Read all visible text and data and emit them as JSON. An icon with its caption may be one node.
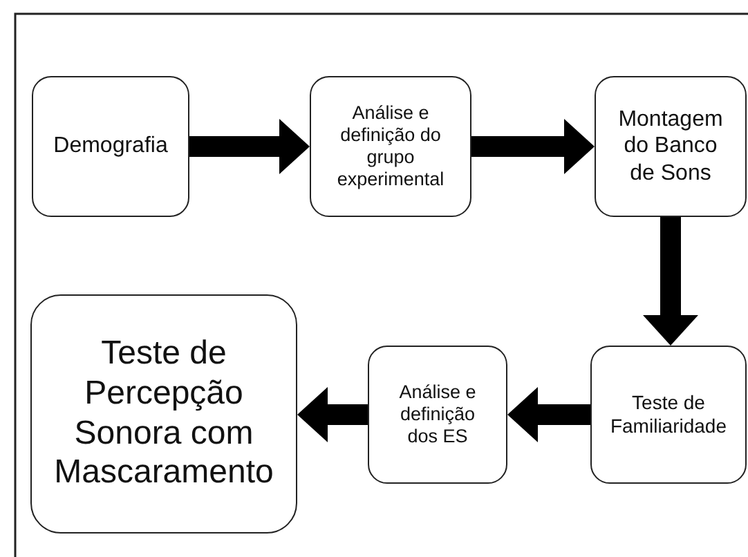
{
  "diagram": {
    "nodes": [
      {
        "text": [
          "Demografia"
        ]
      },
      {
        "text": [
          "Análise e definição do grupo experimental"
        ]
      },
      {
        "text": [
          "Montagem do Banco de Sons"
        ]
      },
      {
        "text": [
          "Teste de Familiaridade"
        ]
      },
      {
        "text": [
          "Análise e definição dos ES"
        ]
      },
      {
        "text": [
          "Teste de Percepção Sonora com Mascaramento"
        ]
      }
    ],
    "edges": [
      {
        "from": 0,
        "to": 1,
        "arrow": "to"
      },
      {
        "from": 1,
        "to": 2,
        "arrow": "to"
      },
      {
        "from": 2,
        "to": 3,
        "arrow": "to"
      },
      {
        "from": 3,
        "to": 4,
        "arrow": "to"
      },
      {
        "from": 4,
        "to": 5,
        "arrow": "to"
      }
    ]
  }
}
